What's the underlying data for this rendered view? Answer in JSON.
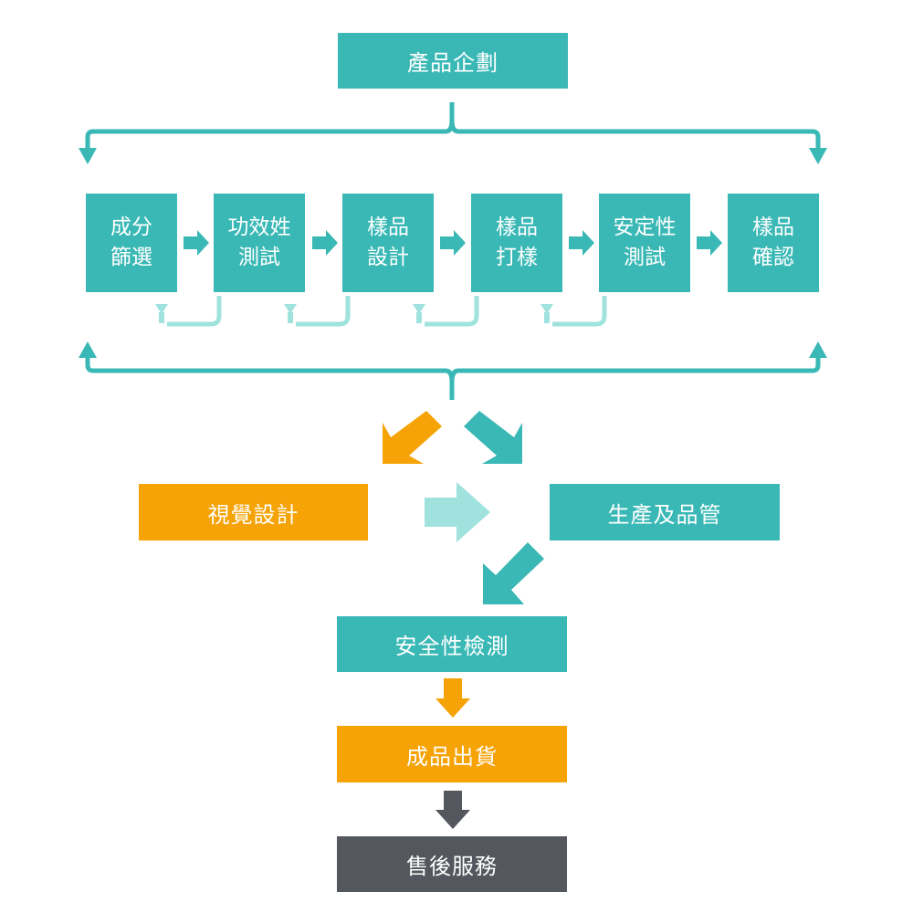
{
  "colors": {
    "teal": "#39b8b5",
    "light_teal": "#9fe2de",
    "orange": "#f5a306",
    "dark": "#54575d"
  },
  "top": {
    "label": "產品企劃"
  },
  "steps": [
    {
      "line1": "成分",
      "line2": "篩選"
    },
    {
      "line1": "功效姓",
      "line2": "測試"
    },
    {
      "line1": "樣品",
      "line2": "設計"
    },
    {
      "line1": "樣品",
      "line2": "打樣"
    },
    {
      "line1": "安定性",
      "line2": "測試"
    },
    {
      "line1": "樣品",
      "line2": "確認"
    }
  ],
  "visual_design": {
    "label": "視覺設計"
  },
  "production": {
    "label": "生產及品管"
  },
  "safety_test": {
    "label": "安全性檢測"
  },
  "shipping": {
    "label": "成品出貨"
  },
  "after_sales": {
    "label": "售後服務"
  }
}
